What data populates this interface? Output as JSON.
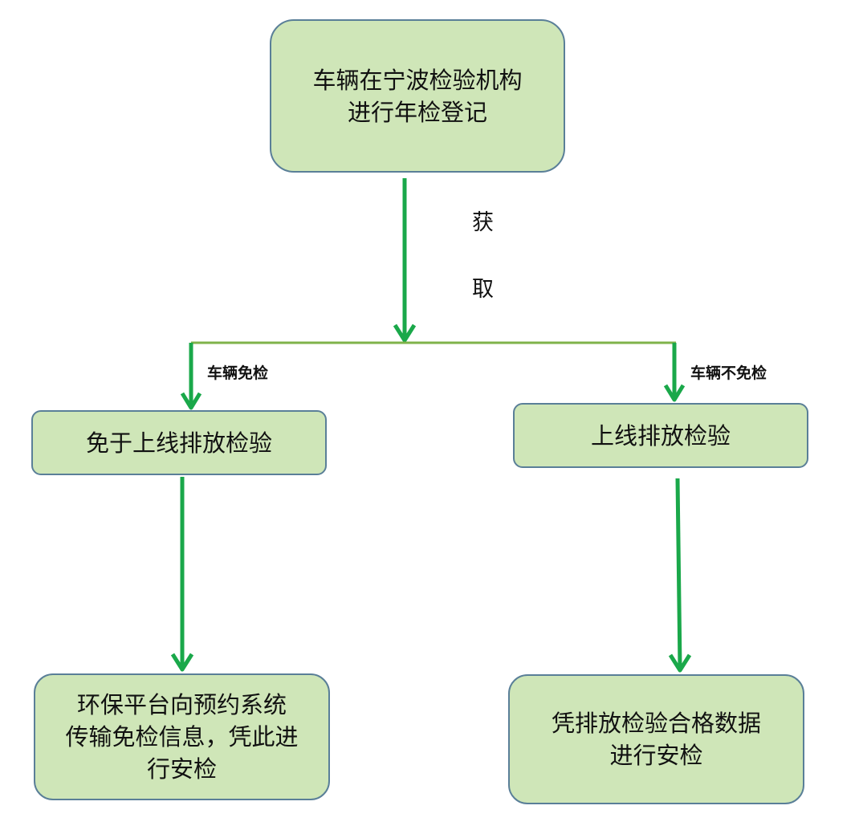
{
  "nodes": {
    "start": "车辆在宁波检验机构\n进行年检登记",
    "left_mid": "免于上线排放检验",
    "right_mid": "上线排放检验",
    "left_end": "环保平台向预约系统\n传输免检信息，凭此进\n行安检",
    "right_end": "凭排放检验合格数据\n进行安检"
  },
  "edge_labels": {
    "obtain_1": "获",
    "obtain_2": "取",
    "exempt": "车辆免检",
    "not_exempt": "车辆不免检"
  },
  "colors": {
    "box_fill": "#cfe6b8",
    "box_border": "#5a7f98",
    "arrow": "#1aa84a",
    "branch_line": "#7fb34a"
  }
}
